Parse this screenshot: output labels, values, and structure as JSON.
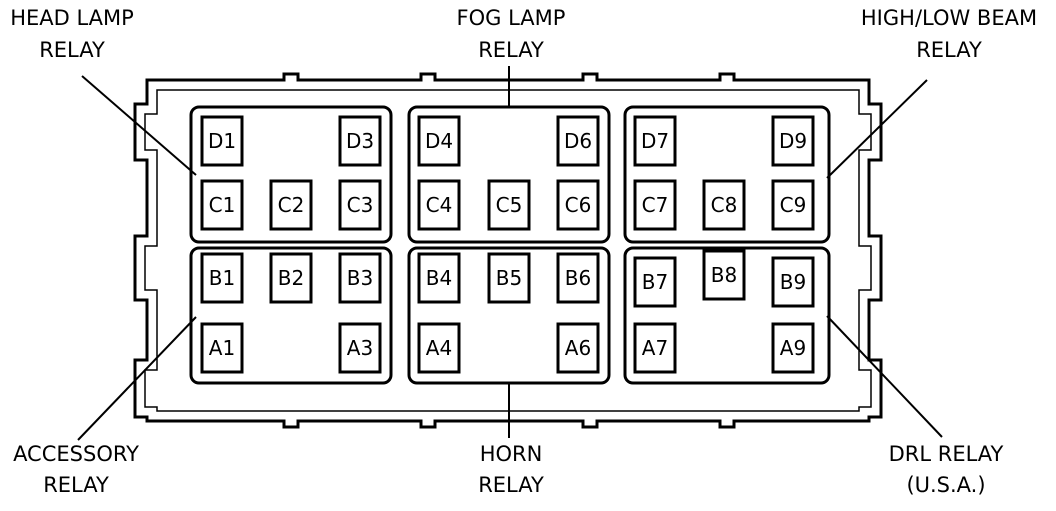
{
  "callouts": {
    "head_lamp": [
      "HEAD LAMP",
      "RELAY"
    ],
    "fog_lamp": [
      "FOG LAMP",
      "RELAY"
    ],
    "high_low_beam": [
      "HIGH/LOW BEAM",
      "RELAY"
    ],
    "accessory": [
      "ACCESSORY",
      "RELAY"
    ],
    "horn": [
      "HORN",
      "RELAY"
    ],
    "drl": [
      "DRL RELAY",
      "(U.S.A.)"
    ]
  },
  "pins": {
    "D1": "D1",
    "D3": "D3",
    "C1": "C1",
    "C2": "C2",
    "C3": "C3",
    "B1": "B1",
    "B2": "B2",
    "B3": "B3",
    "A1": "A1",
    "A3": "A3",
    "D4": "D4",
    "D6": "D6",
    "C4": "C4",
    "C5": "C5",
    "C6": "C6",
    "B4": "B4",
    "B5": "B5",
    "B6": "B6",
    "A4": "A4",
    "A6": "A6",
    "D7": "D7",
    "D9": "D9",
    "C7": "C7",
    "C8": "C8",
    "C9": "C9",
    "B7": "B7",
    "B8": "B8",
    "B9": "B9",
    "A7": "A7",
    "A9": "A9"
  },
  "colors": {
    "line": "#000000",
    "background": "#ffffff"
  }
}
